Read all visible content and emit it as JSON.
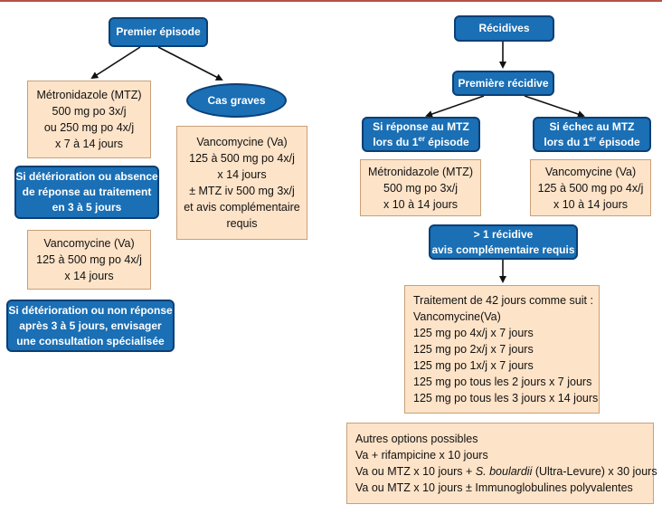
{
  "colors": {
    "node_blue": "#1a6fb5",
    "node_border": "#0b3f74",
    "box_fill": "#fde3c8",
    "box_border": "#c9a07a",
    "top_rule": "#b5524a"
  },
  "left": {
    "premier_episode": "Premier épisode",
    "cas_graves": "Cas graves",
    "mtz_box": [
      "Métronidazole (MTZ)",
      "500 mg po 3x/j",
      "ou 250 mg po 4x/j",
      "x 7 à 14 jours"
    ],
    "vanco_graves_box": [
      "Vancomycine (Va)",
      "125 à 500 mg po 4x/j",
      "x 14 jours",
      "± MTZ iv 500 mg 3x/j",
      "et avis complémentaire",
      "requis"
    ],
    "deterioration_1": [
      "Si détérioration ou absence",
      "de réponse au traitement",
      "en 3 à 5 jours"
    ],
    "vanco_box": [
      "Vancomycine (Va)",
      "125 à 500 mg po 4x/j",
      "x 14 jours"
    ],
    "deterioration_2": [
      "Si détérioration ou non réponse",
      "après 3 à 5 jours, envisager",
      "une consultation spécialisée"
    ]
  },
  "right": {
    "recidives": "Récidives",
    "premiere_recidive": "Première récidive",
    "reponse_mtz": {
      "line1": "Si réponse au MTZ",
      "line2_pre": "lors du 1",
      "line2_sup": "er",
      "line2_post": " épisode"
    },
    "echec_mtz": {
      "line1": "Si échec au MTZ",
      "line2_pre": "lors du 1",
      "line2_sup": "er",
      "line2_post": " épisode"
    },
    "mtz_box": [
      "Métronidazole (MTZ)",
      "500 mg po 3x/j",
      "x 10 à 14 jours"
    ],
    "vanco_box": [
      "Vancomycine (Va)",
      "125 à 500 mg po 4x/j",
      "x 10 à 14 jours"
    ],
    "plus_une_recidive": [
      "> 1 récidive",
      "avis complémentaire requis"
    ],
    "traitement_42": [
      "Traitement de 42 jours comme suit :",
      "Vancomycine(Va)",
      "125 mg po 4x/j x 7 jours",
      "125 mg po 2x/j x 7 jours",
      "125 mg po 1x/j x 7 jours",
      "125 mg po tous les 2 jours x 7 jours",
      "125 mg po tous les 3 jours x 14 jours"
    ],
    "autres_options": {
      "line1": "Autres options possibles",
      "line2": "Va + rifampicine x 10 jours",
      "line3_pre": "Va ou MTZ x 10 jours + ",
      "line3_italic": "S. boulardii",
      "line3_post": " (Ultra-Levure) x 30 jours",
      "line4": "Va ou MTZ x 10 jours ± Immunoglobulines polyvalentes"
    }
  }
}
